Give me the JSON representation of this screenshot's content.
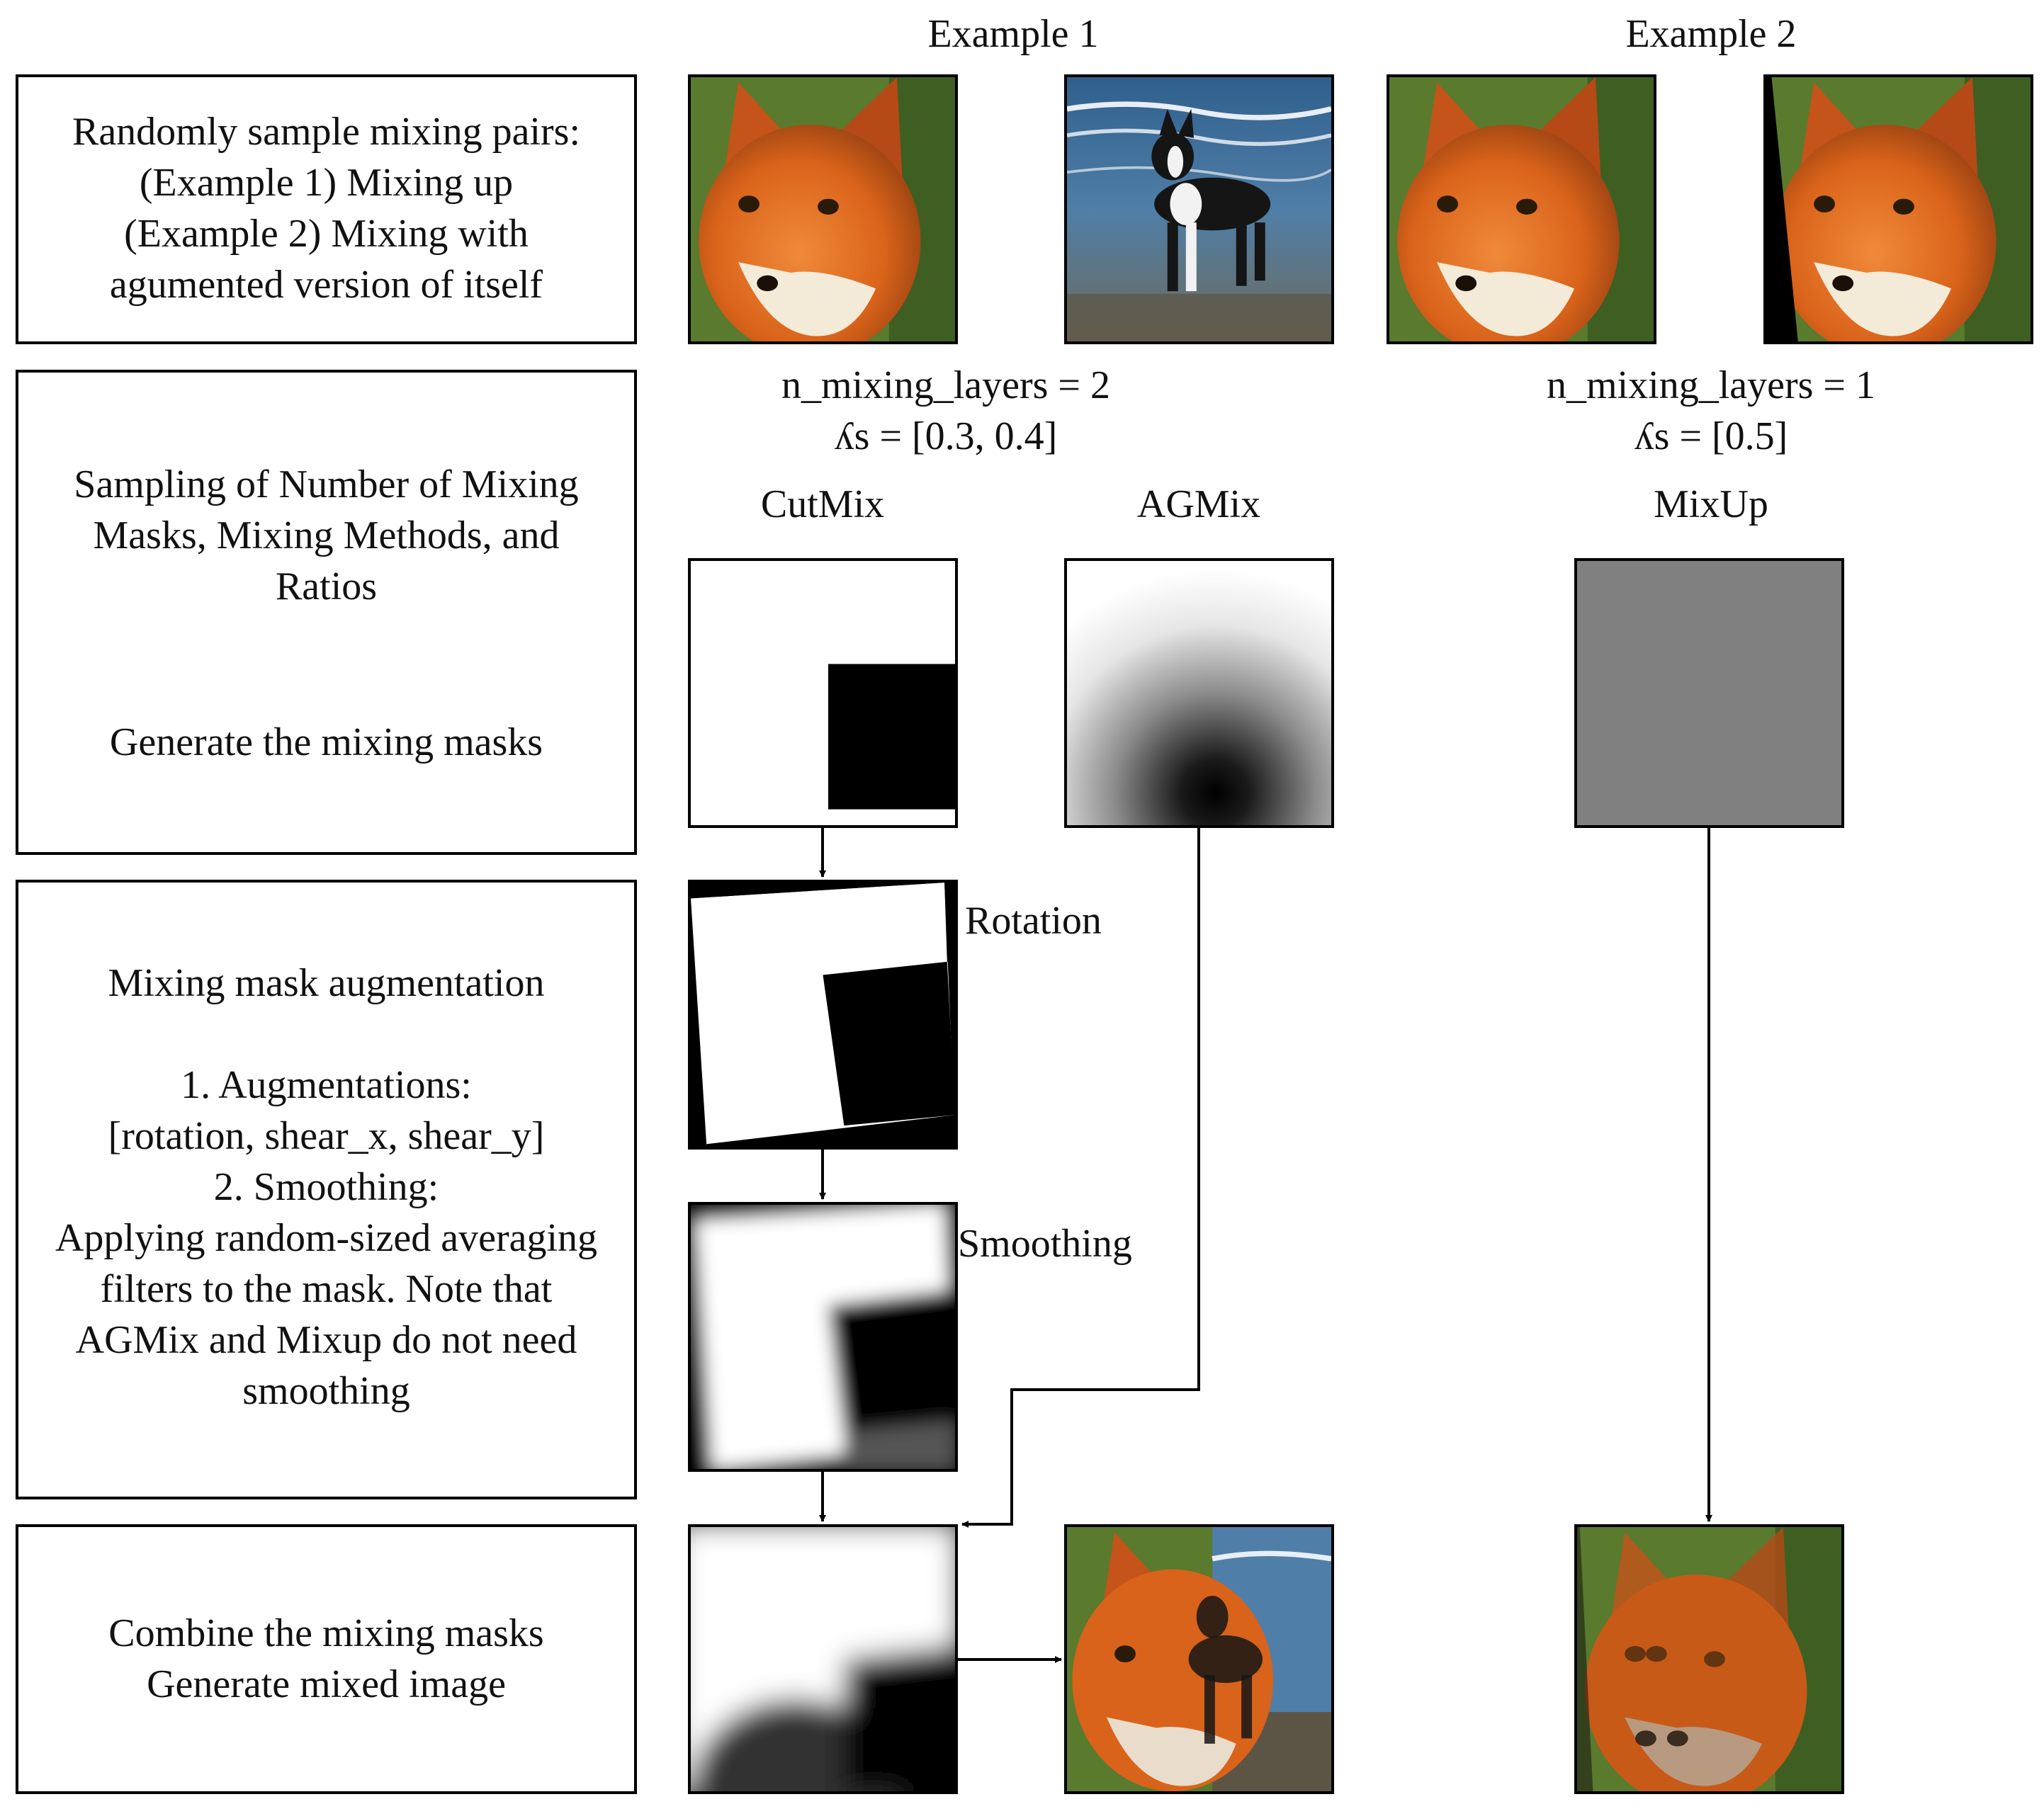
{
  "headers": {
    "example1": "Example 1",
    "example2": "Example 2"
  },
  "steps": {
    "step1": "Randomly sample mixing pairs:\n(Example 1) Mixing up\n(Example 2) Mixing with\nagumented version of itself",
    "step2a": "Sampling of Number of Mixing\nMasks, Mixing Methods, and\nRatios",
    "step2b": "Generate the mixing masks",
    "step3": "Mixing mask augmentation\n\n1. Augmentations:\n[rotation, shear_x, shear_y]\n2. Smoothing:\nApplying random-sized averaging\nfilters to the mask. Note that\nAGMix and Mixup do not need\nsmoothing",
    "step4": "Combine the mixing masks\nGenerate mixed image"
  },
  "params": {
    "example1": "n_mixing_layers = 2\nʎs = [0.3, 0.4]",
    "example2": "n_mixing_layers = 1\nʎs = [0.5]"
  },
  "methods": {
    "cutmix": "CutMix",
    "agmix": "AGMix",
    "mixup": "MixUp"
  },
  "ops": {
    "rotation": "Rotation",
    "smoothing": "Smoothing"
  },
  "colors": {
    "fox_orange": "#d9631a",
    "water_blue": "#4f7fa8",
    "mixup_gray": "#808080"
  }
}
